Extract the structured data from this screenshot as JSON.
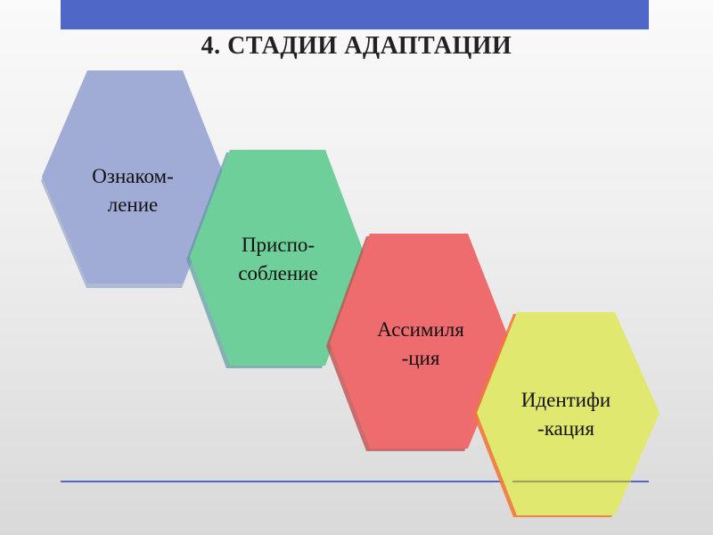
{
  "slide": {
    "title": "4. СТАДИИ АДАПТАЦИИ",
    "accent_color": "#4f67c6"
  },
  "stages": [
    {
      "line1": "Ознаком-",
      "line2": "ление",
      "color": "#a1acd6"
    },
    {
      "line1": "Приспо-",
      "line2": "собление",
      "color": "#6fcf9a"
    },
    {
      "line1": "Ассимиля",
      "line2": "-ция",
      "color": "#ee6b6e"
    },
    {
      "line1": "Идентифи",
      "line2": "-кация",
      "color": "#e1e86f"
    }
  ]
}
